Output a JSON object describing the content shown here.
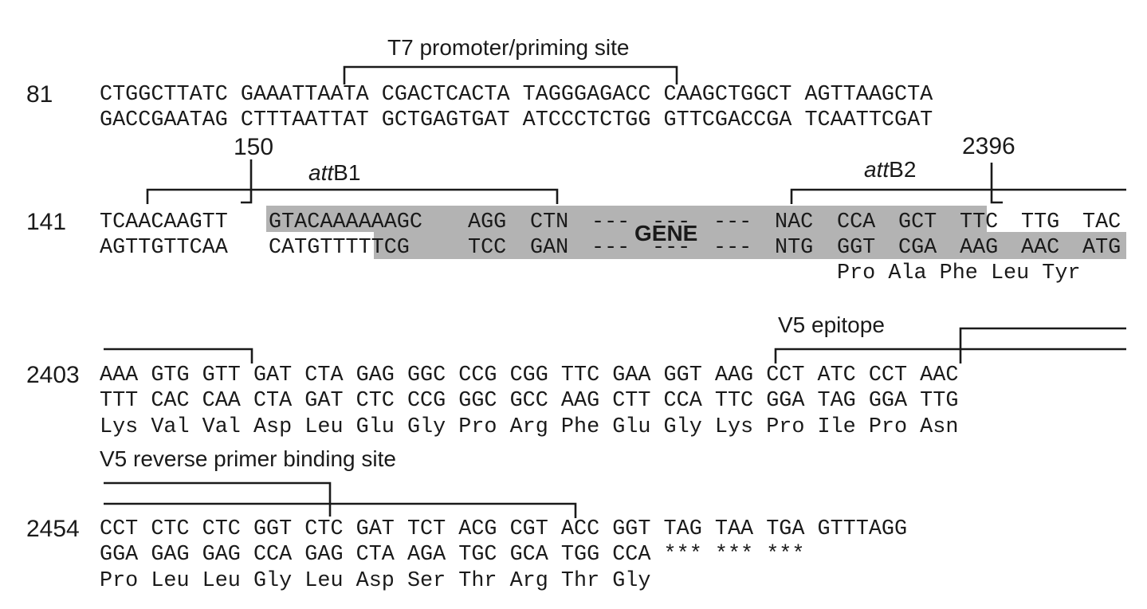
{
  "blocks": [
    {
      "number": "81",
      "top": "CTGGCTTATC GAAATTAATA CGACTCACTA TAGGGAGACC CAAGCTGGCT AGTTAAGCTA",
      "bottom": "GACCGAATAG CTTTAATTAT GCTGAGTGAT ATCCCTCTGG GTTCGACCGA TCAATTCGAT"
    },
    {
      "number": "141",
      "top": "TCAACAAGTT GTACAAAAAAGC AGG CTN --- --- --- NAC CCA GCT TTC TTG TAC",
      "bottom": "AGTTGTTCAA CATGTTTTTCG TCC GAN --- --- --- NTG GGT CGA AAG AAC ATG",
      "protein": "Pro Ala Phe Leu Tyr"
    },
    {
      "number": "2403",
      "top": "AAA GTG GTT GAT CTA GAG GGC CCG CGG TTC GAA GGT AAG CCT ATC CCT AAC",
      "bottom": "TTT CAC CAA CTA GAT CTC CCG GGC GCC AAG CTT CCA TTC GGA TAG GGA TTG",
      "protein": "Lys Val Val Asp Leu Glu Gly Pro Arg Phe Glu Gly Lys Pro Ile Pro Asn"
    },
    {
      "number": "2454",
      "top": "CCT CTC CTC GGT CTC GAT TCT ACG CGT ACC GGT TAG TAA TGA GTTTAGG",
      "bottom": "GGA GAG GAG CCA GAG CTA AGA TGC GCA TGG CCA *** *** ***",
      "protein": "Pro Leu Leu Gly Leu Asp Ser Thr Arg Thr Gly"
    }
  ],
  "annotations": {
    "t7": "T7 promoter/priming site",
    "pos150": "150",
    "pos2396": "2396",
    "attb1_italic": "att",
    "attb1_rest": "B1",
    "attb2_italic": "att",
    "attb2_rest": "B2",
    "gene": "GENE",
    "v5_epitope": "V5 epitope",
    "v5_reverse": "V5 reverse primer binding site"
  },
  "colors": {
    "shade": "#b3b3b3",
    "ink": "#1a1a1a"
  }
}
